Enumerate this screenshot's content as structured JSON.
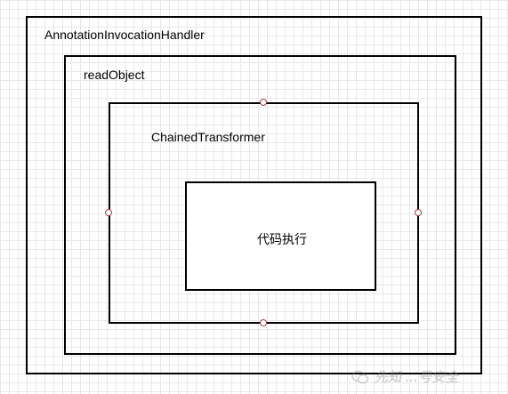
{
  "diagram": {
    "outer": {
      "label": "AnnotationInvocationHandler"
    },
    "mid": {
      "label": "readObject"
    },
    "inner": {
      "label": "ChainedTransformer"
    },
    "core": {
      "label": "代码执行"
    }
  },
  "watermark": {
    "text": "先知 …号安全"
  },
  "colors": {
    "border": "#000000",
    "handle": "#a04040",
    "grid": "#e8e8e8"
  }
}
